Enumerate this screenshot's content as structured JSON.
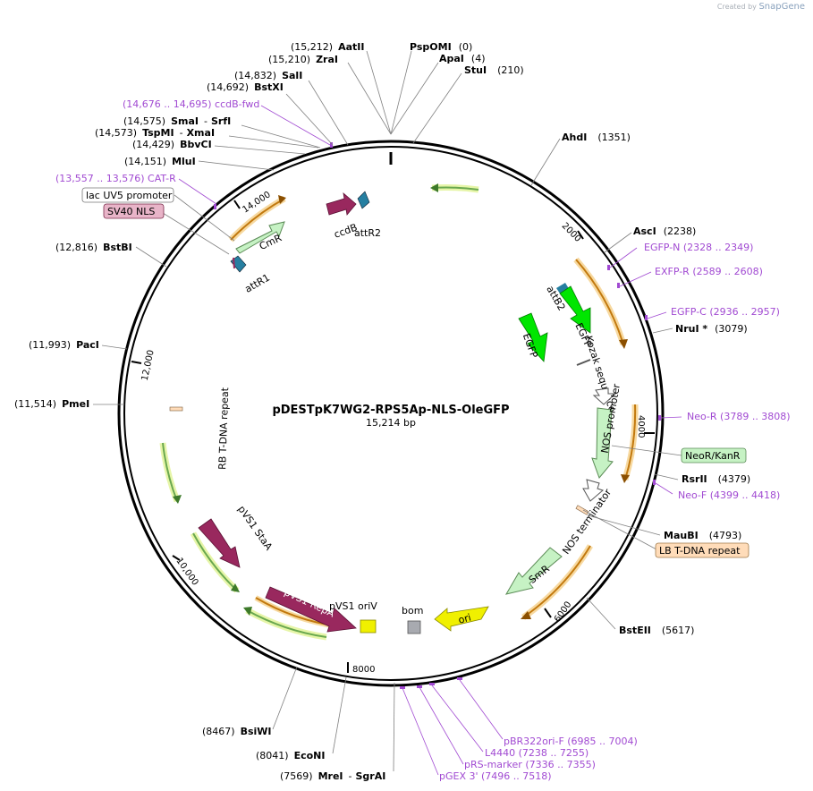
{
  "credit": {
    "prefix": "Created by",
    "brand": "SnapGene"
  },
  "plasmid": {
    "name": "pDESTpK7WG2-RPS5Ap-NLS-OleGFP",
    "length": "15,214 bp"
  },
  "colors": {
    "orange": "#e9a634",
    "green_feature": "#c6f2c4",
    "bright_green": "#00e600",
    "purple": "#a14ad2",
    "maroon": "#99285e",
    "teal": "#267fa1",
    "yellow_ori": "#f0f000",
    "grey_bom": "#a8aab0",
    "lbtdna": "#ffdcb9"
  },
  "backbone_ticks": [
    {
      "label": "2000"
    },
    {
      "label": "4000"
    },
    {
      "label": "6000"
    },
    {
      "label": "8000"
    },
    {
      "label": "10,000"
    },
    {
      "label": "12,000"
    },
    {
      "label": "14,000"
    }
  ],
  "sites": [
    {
      "name": "AatII",
      "pos": "(15,212)"
    },
    {
      "name": "ZraI",
      "pos": "(15,210)"
    },
    {
      "name": "SalI",
      "pos": "(14,832)"
    },
    {
      "name": "BstXI",
      "pos": "(14,692)"
    },
    {
      "name": "SmaI",
      "pos": "(14,575)",
      "extra": "SrfI"
    },
    {
      "name": "TspMI",
      "pos": "(14,573)",
      "extra": "XmaI"
    },
    {
      "name": "BbvCI",
      "pos": "(14,429)"
    },
    {
      "name": "MluI",
      "pos": "(14,151)"
    },
    {
      "name": "BstBI",
      "pos": "(12,816)"
    },
    {
      "name": "PacI",
      "pos": "(11,993)"
    },
    {
      "name": "PmeI",
      "pos": "(11,514)"
    },
    {
      "name": "BsiWI",
      "pos": "(8467)"
    },
    {
      "name": "EcoNI",
      "pos": "(8041)"
    },
    {
      "name": "MreI",
      "pos": "(7569)",
      "extra": "SgrAI"
    },
    {
      "name": "PspOMI",
      "pos": "(0)"
    },
    {
      "name": "ApaI",
      "pos": "(4)"
    },
    {
      "name": "StuI",
      "pos": "(210)"
    },
    {
      "name": "AhdI",
      "pos": "(1351)"
    },
    {
      "name": "AscI",
      "pos": "(2238)"
    },
    {
      "name": "NruI *",
      "pos": "(3079)"
    },
    {
      "name": "RsrII",
      "pos": "(4379)"
    },
    {
      "name": "MauBI",
      "pos": "(4793)"
    },
    {
      "name": "BstEII",
      "pos": "(5617)"
    }
  ],
  "primers": [
    {
      "label": "(14,676 .. 14,695)  ccdB-fwd"
    },
    {
      "label": "(13,557 .. 13,576)  CAT-R"
    },
    {
      "label": "EGFP-N    (2328 .. 2349)"
    },
    {
      "label": "EXFP-R    (2589 .. 2608)"
    },
    {
      "label": "EGFP-C    (2936 .. 2957)"
    },
    {
      "label": "Neo-R    (3789 .. 3808)"
    },
    {
      "label": "Neo-F    (4399 .. 4418)"
    },
    {
      "label": "pBR322ori-F    (6985 .. 7004)"
    },
    {
      "label": "L4440    (7238 .. 7255)"
    },
    {
      "label": "pRS-marker    (7336 .. 7355)"
    },
    {
      "label": "pGEX 3'    (7496 .. 7518)"
    }
  ],
  "boxed_labels": {
    "lac_uv5": "lac UV5 promoter",
    "sv40_nls": "SV40 NLS",
    "neor": "NeoR/KanR",
    "lb_tdna": "LB T-DNA repeat"
  },
  "features": {
    "cmr": "CmR",
    "attr1": "attR1",
    "ccdb": "ccdB",
    "attr2": "attR2",
    "attb2": "attB2",
    "egfp_a": "EGFP",
    "egfp_b": "EGFP",
    "kozak": "Kozak sequence",
    "nos_promoter": "NOS promoter",
    "nos_terminator": "NOS terminator",
    "smr": "SmR",
    "ori": "ori",
    "bom": "bom",
    "pvs1_ori": "pVS1 oriV",
    "pvs1_repa": "pVS1 RepA",
    "pvs1_staa": "pVS1 StaA",
    "rb_tdna": "RB T-DNA repeat"
  }
}
